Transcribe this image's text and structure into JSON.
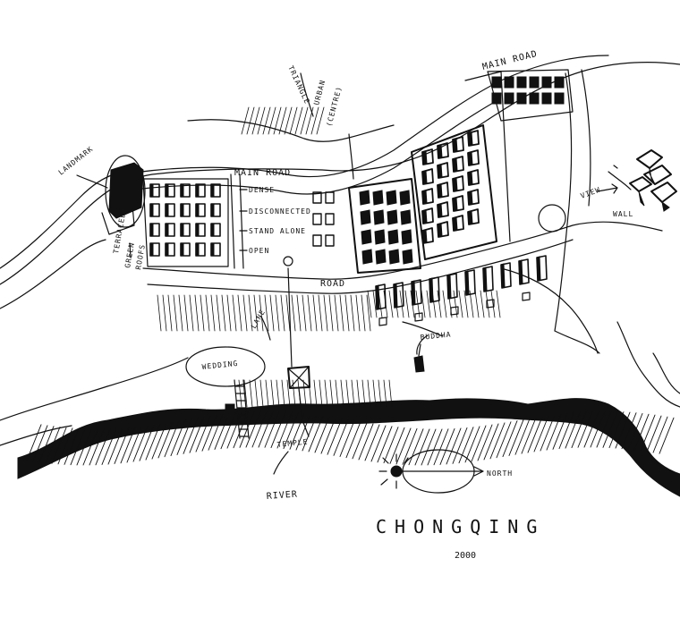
{
  "title": "CHONGQING",
  "year": "2000",
  "labels": {
    "landmark": "LANDMARK",
    "terraced": "TERRACED",
    "green": "GREEN",
    "roofs": "ROOFS",
    "main_road_left": "MAIN ROAD",
    "dense": "DENSE",
    "disconnected": "DISCONNECTED",
    "stand_alone": "STAND ALONE",
    "open": "OPEN",
    "triangle": "TRIANGLE",
    "urban": "URBAN",
    "centre": "(CENTRE)",
    "main_road_top": "MAIN ROAD",
    "view": "VIEW",
    "wall": "WALL",
    "road": "ROAD",
    "lane": "LANE",
    "buddha": "BUDDHA",
    "wedding": "WEDDING",
    "temple": "TEMPLE",
    "river": "RIVER",
    "north": "NORTH"
  },
  "colors": {
    "ink": "#111111",
    "paper": "#ffffff"
  }
}
